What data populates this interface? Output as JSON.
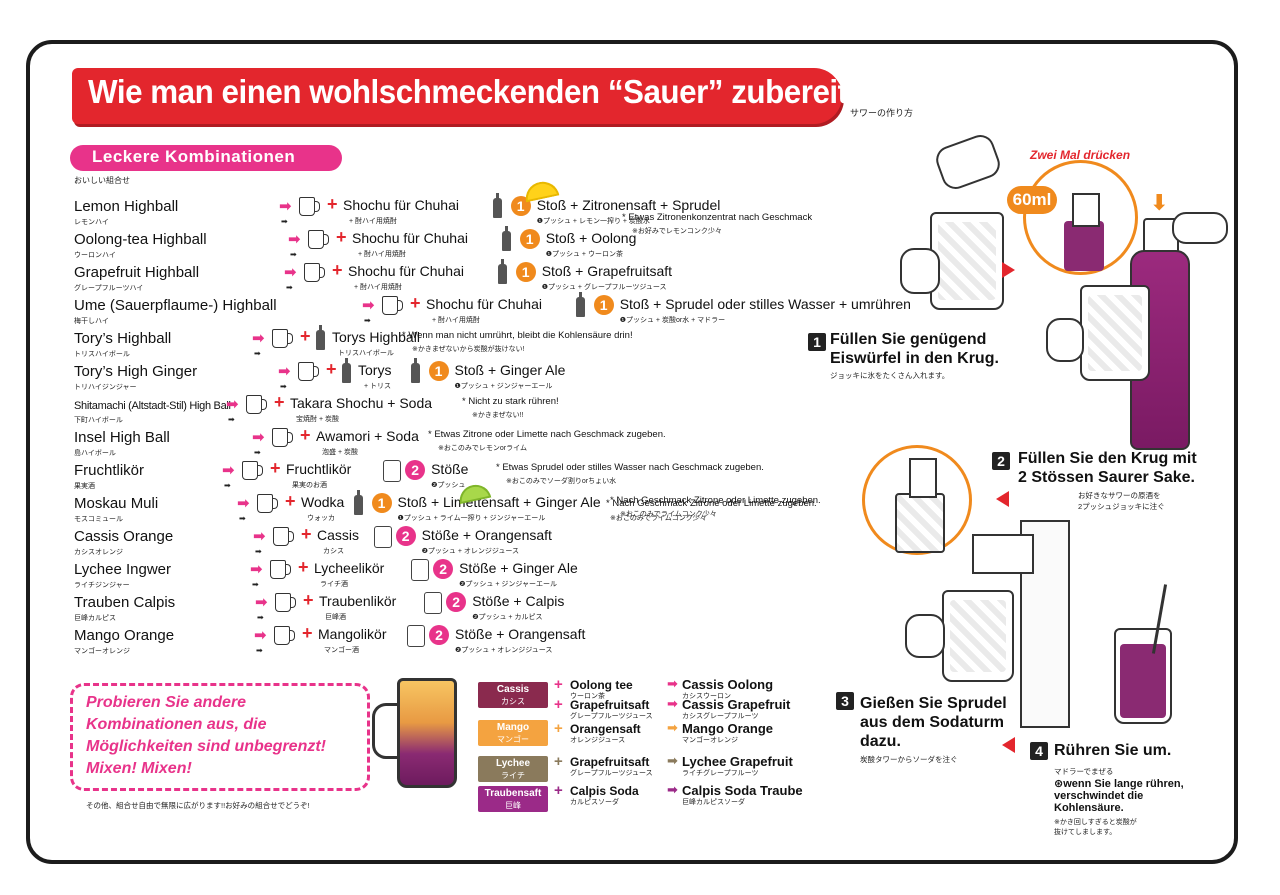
{
  "title": "Wie man einen wohlschmeckenden “Sauer” zubereitet",
  "title_jp": "サワーの作り方",
  "section": {
    "label": "Leckere Kombinationen",
    "jp": "おいしい組合せ"
  },
  "drinks": [
    {
      "name": "Lemon Highball",
      "jp": "レモンハイ",
      "recipe": "Shochu für Chuhai",
      "recipe_jp": "+ 酎ハイ用焼酎",
      "count": "1",
      "rest": "Stoß + Zitronensaft + Sprudel",
      "rest_jp": "❶プッシュ + レモン一搾り + 炭酸水",
      "note": "* Etwas Zitronenkonzentrat nach Geschmack",
      "note_jp": "※お好みでレモンコンク少々"
    },
    {
      "name": "Oolong-tea Highball",
      "jp": "ウーロンハイ",
      "recipe": "Shochu für Chuhai",
      "recipe_jp": "+ 酎ハイ用焼酎",
      "count": "1",
      "rest": "Stoß + Oolong",
      "rest_jp": "❶プッシュ + ウーロン茶",
      "note": "",
      "note_jp": ""
    },
    {
      "name": "Grapefruit Highball",
      "jp": "グレープフルーツハイ",
      "recipe": "Shochu für Chuhai",
      "recipe_jp": "+ 酎ハイ用焼酎",
      "count": "1",
      "rest": "Stoß + Grapefruitsaft",
      "rest_jp": "❶プッシュ + グレープフルーツジュース",
      "note": "",
      "note_jp": ""
    },
    {
      "name": "Ume (Sauerpflaume-) Highball",
      "jp": "梅干しハイ",
      "recipe": "Shochu für Chuhai",
      "recipe_jp": "+ 酎ハイ用焼酎",
      "count": "1",
      "rest": "Stoß + Sprudel oder stilles Wasser + umrühren",
      "rest_jp": "❶プッシュ + 炭酸or水 + マドラー",
      "note": "",
      "note_jp": ""
    },
    {
      "name": "Tory’s Highball",
      "jp": "トリスハイボール",
      "recipe": "Torys Highball",
      "recipe_jp": "トリスハイボール",
      "count": "",
      "rest": "",
      "rest_jp": "",
      "note": "* Wenn man nicht umrührt, bleibt die Kohlensäure drin!",
      "note_jp": "※かきまぜないから炭酸が抜けない!"
    },
    {
      "name": "Tory’s High Ginger",
      "jp": "トリハイジンジャー",
      "recipe": "Torys",
      "recipe_jp": "+ トリス",
      "count": "1",
      "rest": "Stoß + Ginger Ale",
      "rest_jp": "❶プッシュ + ジンジャーエール",
      "note": "",
      "note_jp": ""
    },
    {
      "name": "Shitamachi (Altstadt-Stil) High Ball",
      "jp": "下町ハイボール",
      "recipe": "Takara Shochu + Soda",
      "recipe_jp": "宝焼酎 + 炭酸",
      "count": "",
      "rest": "",
      "rest_jp": "",
      "note": "* Nicht zu stark rühren!",
      "note_jp": "※かきまぜない!!"
    },
    {
      "name": "Insel High Ball",
      "jp": "島ハイボール",
      "recipe": "Awamori + Soda",
      "recipe_jp": "泡盛 + 炭酸",
      "count": "",
      "rest": "",
      "rest_jp": "",
      "note": "* Etwas Zitrone oder Limette nach Geschmack zugeben.",
      "note_jp": "※おこのみでレモンorライム"
    },
    {
      "name": "Fruchtlikör",
      "jp": "果実酒",
      "recipe": "Fruchtlikör",
      "recipe_jp": "果実のお酒",
      "count": "2",
      "rest": "Stöße",
      "rest_jp": "❷プッシュ",
      "note": "* Etwas Sprudel oder stilles Wasser nach Geschmack zugeben.",
      "note_jp": "※おこのみでソーダ割りorちょい水"
    },
    {
      "name": "Moskau Muli",
      "jp": "モスコミュール",
      "recipe": "Wodka",
      "recipe_jp": "ウォッカ",
      "count": "1",
      "rest": "Stoß + Limettensaft + Ginger Ale",
      "rest_jp": "❶プッシュ + ライム一搾り + ジンジャーエール",
      "note": "* Nach Geschmack Zitrone oder Limette zugeben.",
      "note_jp": "※おこのみでライムコンク少々"
    },
    {
      "name": "Cassis Orange",
      "jp": "カシスオレンジ",
      "recipe": "Cassis",
      "recipe_jp": "カシス",
      "count": "2",
      "rest": "Stöße + Orangensaft",
      "rest_jp": "❷プッシュ + オレンジジュース",
      "note": "",
      "note_jp": ""
    },
    {
      "name": "Lychee Ingwer",
      "jp": "ライチジンジャー",
      "recipe": "Lycheelikör",
      "recipe_jp": "ライチ酒",
      "count": "2",
      "rest": "Stöße + Ginger Ale",
      "rest_jp": "❷プッシュ + ジンジャーエール",
      "note": "",
      "note_jp": ""
    },
    {
      "name": "Trauben Calpis",
      "jp": "巨峰カルピス",
      "recipe": "Traubenlikör",
      "recipe_jp": "巨峰酒",
      "count": "2",
      "rest": "Stöße + Calpis",
      "rest_jp": "❷プッシュ + カルピス",
      "note": "",
      "note_jp": ""
    },
    {
      "name": "Mango Orange",
      "jp": "マンゴーオレンジ",
      "recipe": "Mangolikör",
      "recipe_jp": "マンゴー酒",
      "count": "2",
      "rest": "Stöße + Orangensaft",
      "rest_jp": "❷プッシュ + オレンジジュース",
      "note": "",
      "note_jp": ""
    }
  ],
  "probieren": {
    "lines": [
      "Probieren Sie andere",
      "Kombinationen aus, die",
      "Möglichkeiten sind unbegrenzt!",
      "Mixen! Mixen!"
    ],
    "jp": "その他、組合せ自由で無限に広がります!!お好みの組合せでどうぞ!"
  },
  "mixes": [
    {
      "base": "Cassis",
      "base_jp": "カシス",
      "color": "#8a2a4e",
      "items": [
        {
          "mix": "Oolong tee",
          "mix_jp": "ウーロン茶",
          "result": "Cassis Oolong",
          "result_jp": "カシスウーロン"
        },
        {
          "mix": "Grapefruitsaft",
          "mix_jp": "グレープフルーツジュース",
          "result": "Cassis Grapefruit",
          "result_jp": "カシスグレープフルーツ"
        }
      ]
    },
    {
      "base": "Mango",
      "base_jp": "マンゴー",
      "color": "#f4a340",
      "items": [
        {
          "mix": "Orangensaft",
          "mix_jp": "オレンジジュース",
          "result": "Mango Orange",
          "result_jp": "マンゴーオレンジ"
        }
      ]
    },
    {
      "base": "Lychee",
      "base_jp": "ライチ",
      "color": "#8a7a5c",
      "items": [
        {
          "mix": "Grapefruitsaft",
          "mix_jp": "グレープフルーツジュース",
          "result": "Lychee Grapefruit",
          "result_jp": "ライチグレープフルーツ"
        }
      ]
    },
    {
      "base": "Traubensaft",
      "base_jp": "巨峰",
      "color": "#9b2a88",
      "items": [
        {
          "mix": "Calpis Soda",
          "mix_jp": "カルピスソーダ",
          "result": "Calpis Soda Traube",
          "result_jp": "巨峰カルピスソーダ"
        }
      ]
    }
  ],
  "steps": [
    {
      "num": "1",
      "text": [
        "Füllen Sie genügend",
        "Eiswürfel in den Krug."
      ],
      "jp": "ジョッキに氷をたくさん入れます。"
    },
    {
      "num": "2",
      "text": [
        "Füllen Sie den Krug mit",
        "2 Stössen Saurer Sake."
      ],
      "jp": [
        "お好きなサワーの原酒を",
        "2プッシュジョッキに注ぐ"
      ]
    },
    {
      "num": "3",
      "text": [
        "Gießen Sie Sprudel",
        "aus dem Sodaturm",
        "dazu."
      ],
      "jp": "炭酸タワーからソーダを注ぐ"
    },
    {
      "num": "4",
      "text": [
        "Rühren Sie um."
      ],
      "jp": "マドラーでまぜる",
      "note": [
        "⊛wenn Sie lange rühren,",
        "verschwindet die",
        "Kohlensäure."
      ],
      "note_jp": [
        "※かき回しすぎると炭酸が",
        "抜けてしまします。"
      ]
    }
  ],
  "pump_label": "Zwei Mal drücken",
  "ml_label": "60ml",
  "colors": {
    "red": "#e3262d",
    "pink": "#e8338a",
    "orange": "#f08a1d"
  }
}
